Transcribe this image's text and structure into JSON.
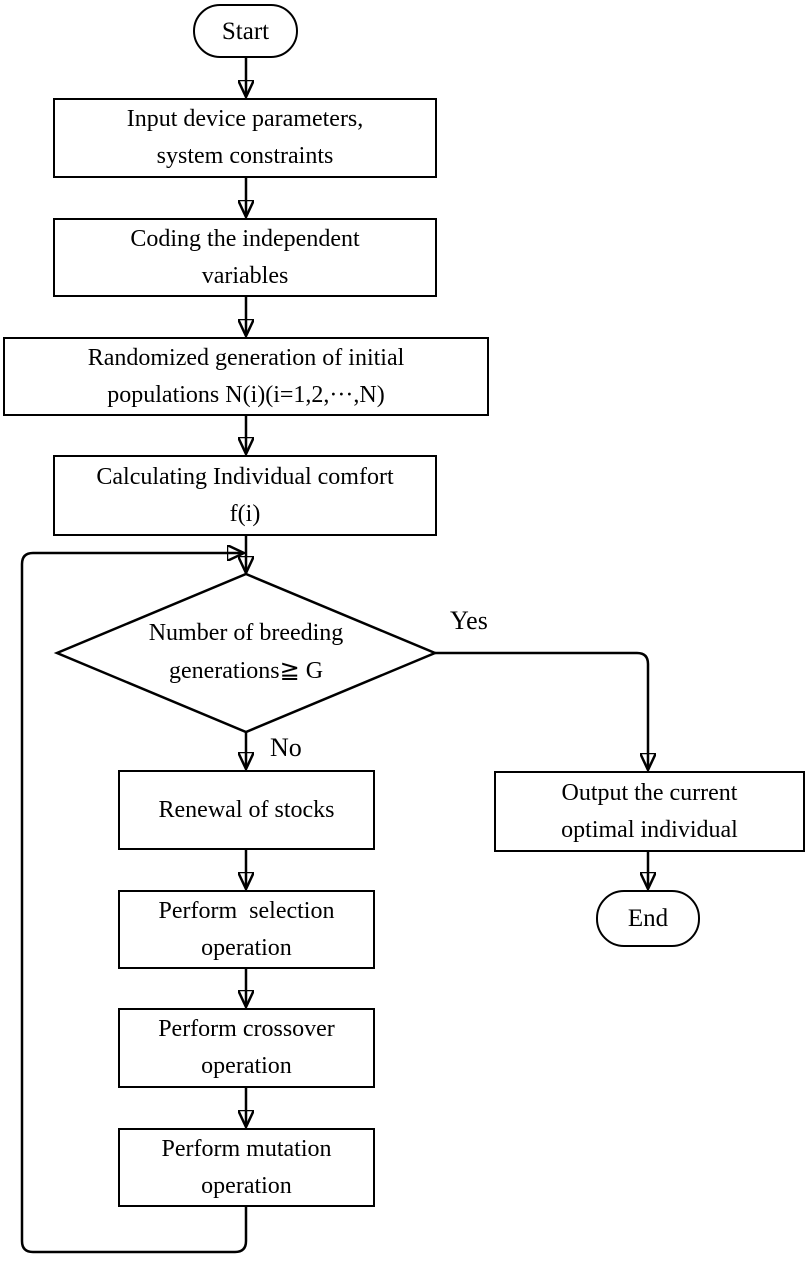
{
  "nodes": {
    "start": {
      "label": "Start"
    },
    "input_params": {
      "line1": "Input device parameters,",
      "line2": "system constraints"
    },
    "coding": {
      "line1": "Coding the independent",
      "line2": "variables"
    },
    "random_generation": {
      "line1": "Randomized generation of initial",
      "line2": "populations N(i)(i=1,2,···,N)"
    },
    "calc_comfort": {
      "line1": "Calculating Individual comfort",
      "line2": "f(i)"
    },
    "decision": {
      "line1": "Number of breeding",
      "line2": "generations≧ G"
    },
    "renewal": {
      "label": "Renewal of stocks"
    },
    "selection": {
      "line1": "Perform  selection",
      "line2": "operation"
    },
    "crossover": {
      "line1": "Perform crossover",
      "line2": "operation"
    },
    "mutation": {
      "line1": "Perform mutation",
      "line2": "operation"
    },
    "output": {
      "line1": "Output the current",
      "line2": "optimal individual"
    },
    "end": {
      "label": "End"
    }
  },
  "branch_labels": {
    "yes": "Yes",
    "no": "No"
  },
  "colors": {
    "stroke": "#000000",
    "background": "#ffffff"
  }
}
